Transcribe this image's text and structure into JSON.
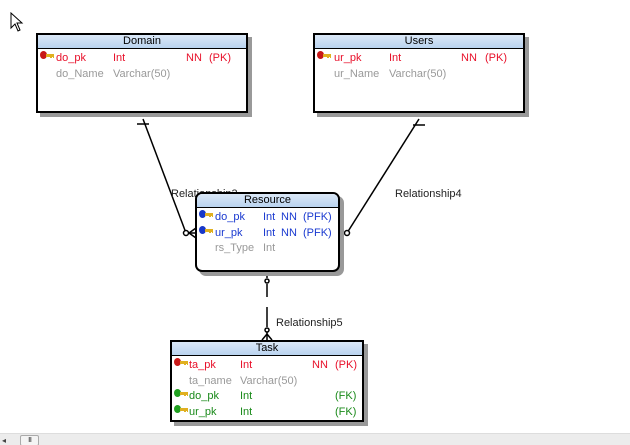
{
  "diagram": {
    "entities": {
      "domain": {
        "title": "Domain",
        "rows": [
          {
            "name": "do_pk",
            "type": "Int",
            "nn": "NN",
            "key": "(PK)",
            "kind": "pk"
          },
          {
            "name": "do_Name",
            "type": "Varchar(50)",
            "nn": "",
            "key": "",
            "kind": "plain"
          }
        ]
      },
      "users": {
        "title": "Users",
        "rows": [
          {
            "name": "ur_pk",
            "type": "Int",
            "nn": "NN",
            "key": "(PK)",
            "kind": "pk"
          },
          {
            "name": "ur_Name",
            "type": "Varchar(50)",
            "nn": "",
            "key": "",
            "kind": "plain"
          }
        ]
      },
      "resource": {
        "title": "Resource",
        "rows": [
          {
            "name": "do_pk",
            "type": "Int",
            "nn": "NN",
            "key": "(PFK)",
            "kind": "pfk"
          },
          {
            "name": "ur_pk",
            "type": "Int",
            "nn": "NN",
            "key": "(PFK)",
            "kind": "pfk"
          },
          {
            "name": "rs_Type",
            "type": "Int",
            "nn": "",
            "key": "",
            "kind": "plain"
          }
        ]
      },
      "task": {
        "title": "Task",
        "rows": [
          {
            "name": "ta_pk",
            "type": "Int",
            "nn": "NN",
            "key": "(PK)",
            "kind": "pk"
          },
          {
            "name": "ta_name",
            "type": "Varchar(50)",
            "nn": "",
            "key": "",
            "kind": "plain"
          },
          {
            "name": "do_pk",
            "type": "Int",
            "nn": "",
            "key": "(FK)",
            "kind": "fk"
          },
          {
            "name": "ur_pk",
            "type": "Int",
            "nn": "",
            "key": "(FK)",
            "kind": "fk"
          }
        ]
      }
    },
    "relationships": {
      "rel3": "Relationship3",
      "rel4": "Relationship4",
      "rel5": "Relationship5"
    }
  },
  "icons": {
    "pk": "primary-key-icon",
    "pfk": "primary-foreign-key-icon",
    "fk": "foreign-key-icon",
    "cursor": "mouse-pointer-icon"
  },
  "colors": {
    "pk_text": "#e8102a",
    "pfk_text": "#1a3ad0",
    "fk_text": "#1a8a1a",
    "plain_text": "#999999",
    "pk_key": "#c81818",
    "pfk_key": "#1838c8",
    "fk_key": "#20a020",
    "header_gradient_top": "#dbe8f7",
    "header_gradient_bottom": "#b9d3ef"
  },
  "scrollbar": {
    "left_arrow": "◂",
    "thumb_grip": "III"
  }
}
